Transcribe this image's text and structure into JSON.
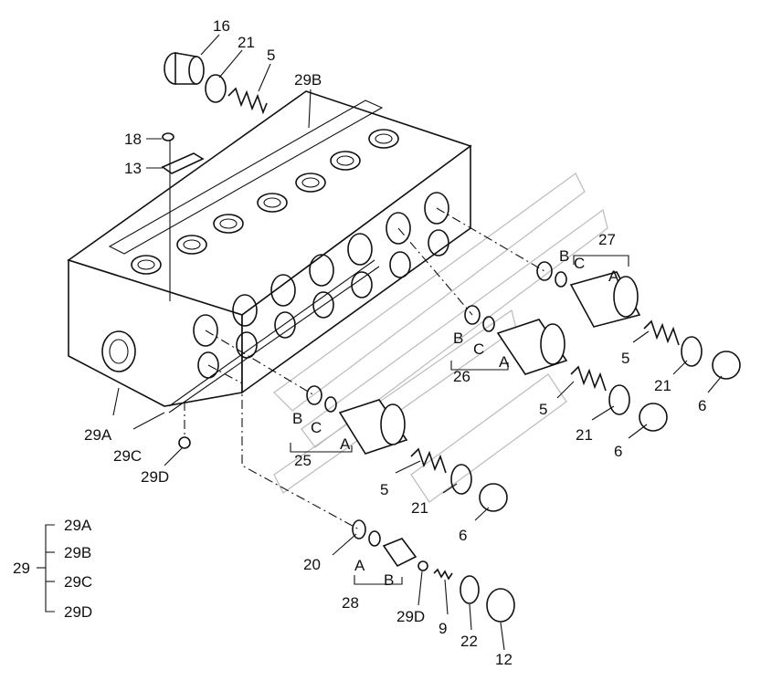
{
  "labels": {
    "l16": "16",
    "l21a": "21",
    "l5a": "5",
    "l29B": "29B",
    "l18": "18",
    "l13": "13",
    "l27": "27",
    "l27B": "B",
    "l27C": "C",
    "l27A": "A",
    "l5b": "5",
    "l21b": "21",
    "l6a": "6",
    "l26B": "B",
    "l26C": "C",
    "l26A": "A",
    "l26": "26",
    "l5c": "5",
    "l21c": "21",
    "l6b": "6",
    "l29A": "29A",
    "l29C": "29C",
    "l29D": "29D",
    "l25B": "B",
    "l25C": "C",
    "l25A": "A",
    "l25": "25",
    "l5d": "5",
    "l21d": "21",
    "l6c": "6",
    "l20": "20",
    "l28A": "A",
    "l28B": "B",
    "l28": "28",
    "l29Db": "29D",
    "l9": "9",
    "l22": "22",
    "l12": "12"
  },
  "legend": {
    "parent": "29",
    "items": [
      "29A",
      "29B",
      "29C",
      "29D"
    ]
  }
}
